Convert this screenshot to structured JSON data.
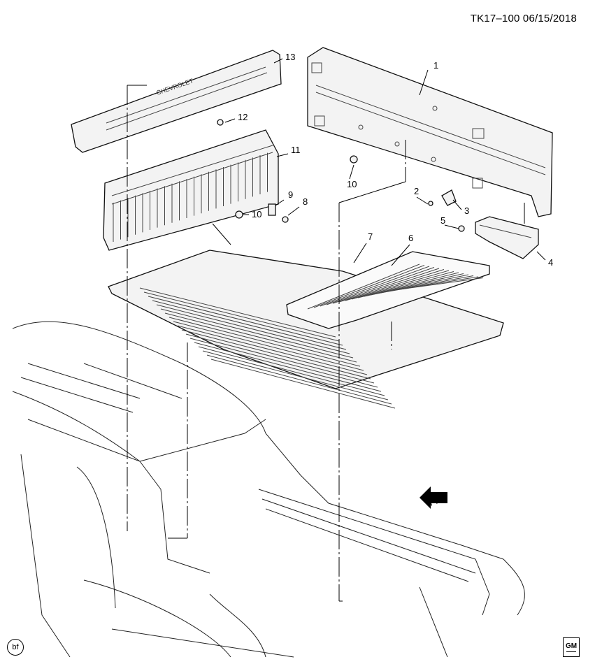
{
  "header": {
    "doc_id": "TK17–100  06/15/2018"
  },
  "tailgate_text": "CHEVROLET",
  "callouts": [
    "1",
    "2",
    "3",
    "4",
    "5",
    "6",
    "7",
    "8",
    "9",
    "10",
    "10",
    "11",
    "12",
    "13"
  ],
  "direction_label": "FRT",
  "footer": {
    "badge": "bf",
    "logo": "GM"
  }
}
